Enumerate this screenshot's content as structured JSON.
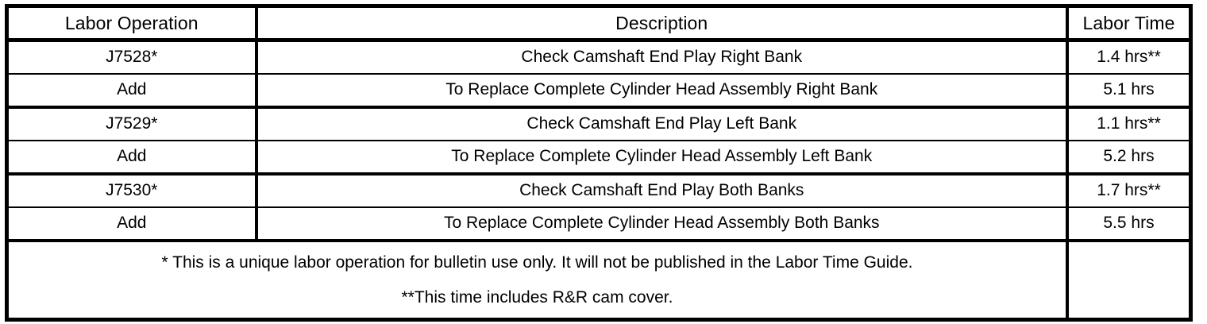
{
  "table": {
    "columns": [
      {
        "key": "labor_operation",
        "label": "Labor Operation"
      },
      {
        "key": "description",
        "label": "Description"
      },
      {
        "key": "labor_time",
        "label": "Labor Time"
      }
    ],
    "rows": [
      {
        "labor_operation": "J7528*",
        "description": "Check Camshaft End Play Right Bank",
        "labor_time": "1.4 hrs**"
      },
      {
        "labor_operation": "Add",
        "description": "To Replace Complete Cylinder Head Assembly Right Bank",
        "labor_time": "5.1 hrs"
      },
      {
        "labor_operation": "J7529*",
        "description": "Check Camshaft End Play Left Bank",
        "labor_time": "1.1 hrs**"
      },
      {
        "labor_operation": "Add",
        "description": "To Replace Complete Cylinder Head Assembly Left Bank",
        "labor_time": "5.2 hrs"
      },
      {
        "labor_operation": "J7530*",
        "description": "Check Camshaft End Play Both Banks",
        "labor_time": "1.7 hrs**"
      },
      {
        "labor_operation": "Add",
        "description": "To Replace Complete Cylinder Head Assembly Both Banks",
        "labor_time": "5.5 hrs"
      }
    ],
    "footnotes": {
      "single_asterisk": "* This is a unique labor operation for bulletin use only. It will not be published in the Labor Time Guide.",
      "double_asterisk": "**This time includes R&R cam cover.",
      "labor_time_cell": ""
    }
  },
  "colors": {
    "border": "#000000",
    "text": "#000000",
    "background": "#ffffff"
  }
}
